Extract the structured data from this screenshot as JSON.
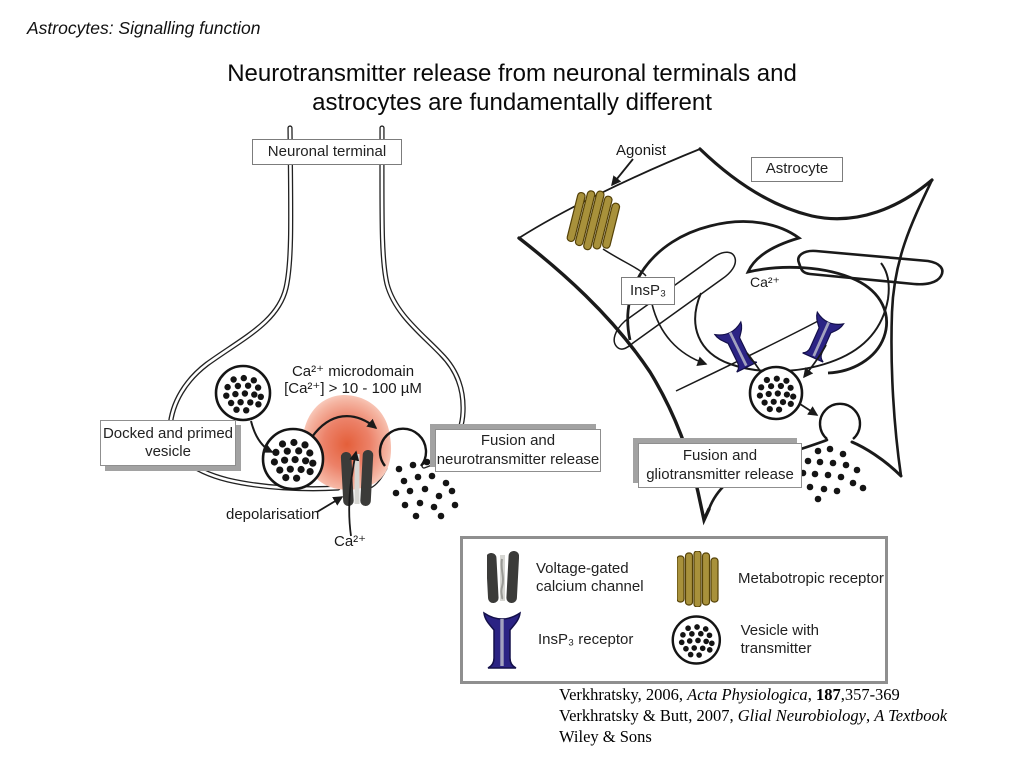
{
  "slide": {
    "header": "Astrocytes: Signalling function",
    "title_line1": "Neurotransmitter release from neuronal terminals and",
    "title_line2": "astrocytes are fundamentally different"
  },
  "neuron_panel": {
    "terminal_label": "Neuronal terminal",
    "microdomain_line1": "Ca²⁺ microdomain",
    "microdomain_line2": "[Ca²⁺] > 10 - 100 µM",
    "docked_vesicle_label": "Docked and primed vesicle",
    "depolarisation_label": "depolarisation",
    "ca_label": "Ca²⁺",
    "fusion_label": "Fusion and neurotransmitter release"
  },
  "astrocyte_panel": {
    "agonist_label": "Agonist",
    "astrocyte_label": "Astrocyte",
    "insp3_label": "InsP₃",
    "ca_label": "Ca²⁺",
    "fusion_label": "Fusion and gliotransmitter release"
  },
  "legend": {
    "items": [
      {
        "icon": "voltage-gated-calcium-channel-icon",
        "label": "Voltage-gated calcium channel"
      },
      {
        "icon": "metabotropic-receptor-icon",
        "label": "Metabotropic receptor"
      },
      {
        "icon": "insp3-receptor-icon",
        "label": "InsP₃ receptor"
      },
      {
        "icon": "vesicle-with-transmitter-icon",
        "label": "Vesicle with transmitter"
      }
    ]
  },
  "citation": {
    "line1": [
      {
        "text": "Verkhratsky, 2006, ",
        "style": "normal"
      },
      {
        "text": "Acta Physiologica",
        "style": "italic"
      },
      {
        "text": ", ",
        "style": "normal"
      },
      {
        "text": "187",
        "style": "bold"
      },
      {
        "text": ",357-369",
        "style": "normal"
      }
    ],
    "line2": [
      {
        "text": "Verkhratsky & Butt, 2007, ",
        "style": "normal"
      },
      {
        "text": "Glial Neurobiology",
        "style": "italic"
      },
      {
        "text": ", ",
        "style": "normal"
      },
      {
        "text": "A Textbook",
        "style": "italic"
      }
    ],
    "line3": [
      {
        "text": "Wiley & Sons",
        "style": "normal"
      }
    ]
  },
  "colors": {
    "metabotropic_receptor": "#a8913b",
    "insp3_receptor": "#2b2384",
    "calcium_channel": "#3b3b39",
    "microdomain_center": "#e45f3a",
    "microdomain_edge": "#fbdacf",
    "box_shadow": "#a2a2a2"
  }
}
